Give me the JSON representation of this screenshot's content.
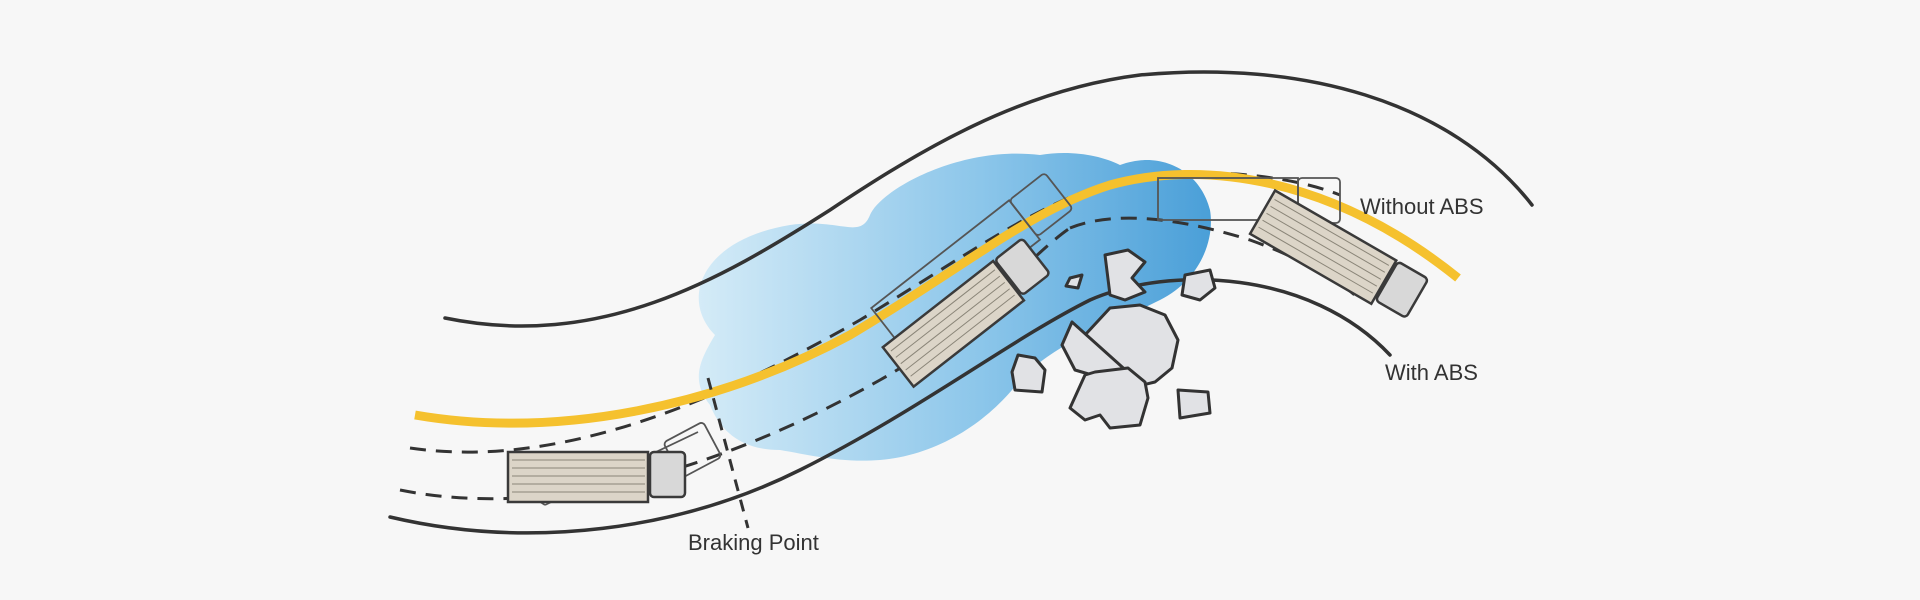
{
  "labels": {
    "without_abs": "Without ABS",
    "with_abs": "With ABS",
    "braking_point": "Braking Point"
  },
  "colors": {
    "background": "#f7f7f7",
    "road_edge": "#333333",
    "without_abs_path": "#f5c12e",
    "water_light": "#d4ebf7",
    "water_dark": "#4a9fd8",
    "rock_fill": "#e1e2e5",
    "truck_body": "#dcd5c8",
    "truck_cab": "#d8d8d8"
  }
}
